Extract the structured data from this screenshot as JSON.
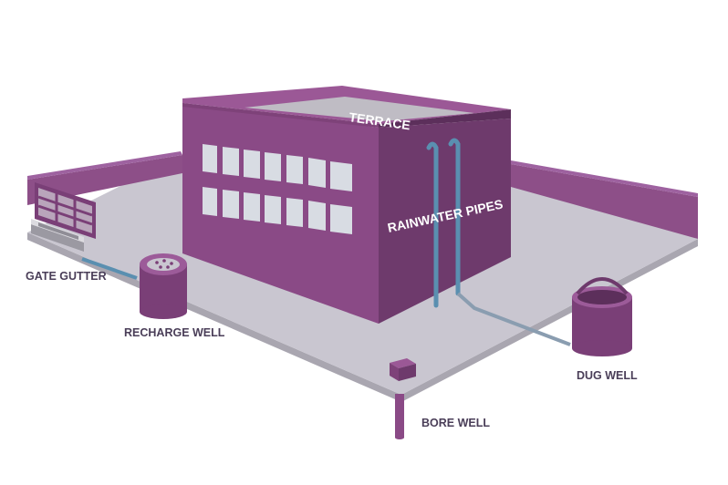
{
  "labels": {
    "terrace": "TERRACE",
    "rainwater_pipes": "RAINWATER PIPES",
    "gate_gutter": "GATE GUTTER",
    "recharge_well": "RECHARGE WELL",
    "bore_well": "BORE WELL",
    "dug_well": "DUG WELL"
  },
  "colors": {
    "ground": "#c9c6d0",
    "ground_edge": "#a9a6b0",
    "building_front": "#8a4a86",
    "building_side": "#6e3a6c",
    "building_top_rim": "#9b5896",
    "terrace_floor": "#bfbcc4",
    "window": "#d8dce3",
    "pipe": "#5a8fb0",
    "wall": "#8d4f88",
    "label_dark": "#4a3e58",
    "label_light": "#ffffff"
  }
}
